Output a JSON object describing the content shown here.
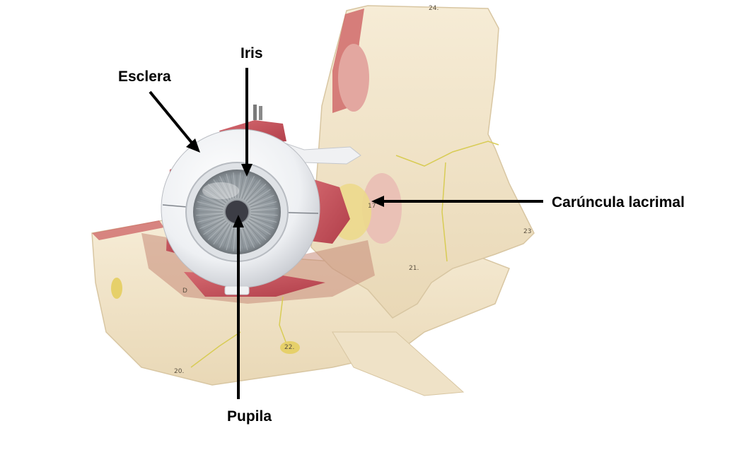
{
  "labels": {
    "esclera": "Esclera",
    "iris": "Iris",
    "pupila": "Pupila",
    "caruncula": "Carúncula lacrimal"
  },
  "model_numbers": {
    "n24": "24.",
    "n23": "23",
    "n21": "21.",
    "n22": "22.",
    "n20": "20.",
    "n17": "17",
    "nD": "D"
  },
  "colors": {
    "bone": "#f3e6cc",
    "bone_shadow": "#dccaa6",
    "muscle": "#c9505a",
    "sclera": "#f4f5f7",
    "iris": "#8e969c",
    "pupil": "#3c3d45",
    "suture": "#d8cc55",
    "arrow": "#000000"
  }
}
